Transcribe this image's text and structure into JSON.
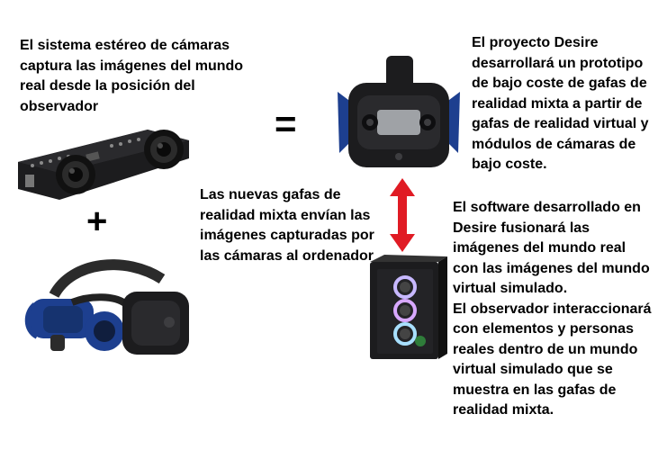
{
  "stereo_text": [
    "El sistema estéreo de cámaras",
    "captura las imágenes del mundo",
    "real desde la posición del",
    "observador"
  ],
  "desire_text": [
    "El proyecto Desire",
    "desarrollará un prototipo",
    "de bajo coste de gafas de",
    "realidad mixta a partir de",
    "gafas de realidad virtual y",
    "módulos de cámaras de",
    "bajo coste."
  ],
  "glasses_text": [
    "Las nuevas gafas de",
    "realidad mixta envían las",
    "imágenes capturadas por",
    "las cámaras al ordenador"
  ],
  "software_text": [
    "El software desarrollado en",
    "Desire fusionará las",
    "imágenes del mundo real",
    "con las imágenes del mundo",
    "virtual simulado.",
    "El observador interaccionará",
    "con elementos y personas",
    "reales dentro de un mundo",
    "virtual simulado que se",
    "muestra en las gafas de",
    "realidad mixta."
  ],
  "symbols": {
    "equals": "=",
    "plus": "+"
  },
  "colors": {
    "arrow": "#e01b24",
    "headset_blue": "#1d3f8f",
    "device_dark": "#1c1c1e",
    "led_ring": "#c7b8ff"
  },
  "icons": [
    "stereo-camera-board",
    "vr-headset-blue",
    "vr-headset-front",
    "pc-tower",
    "double-arrow"
  ]
}
